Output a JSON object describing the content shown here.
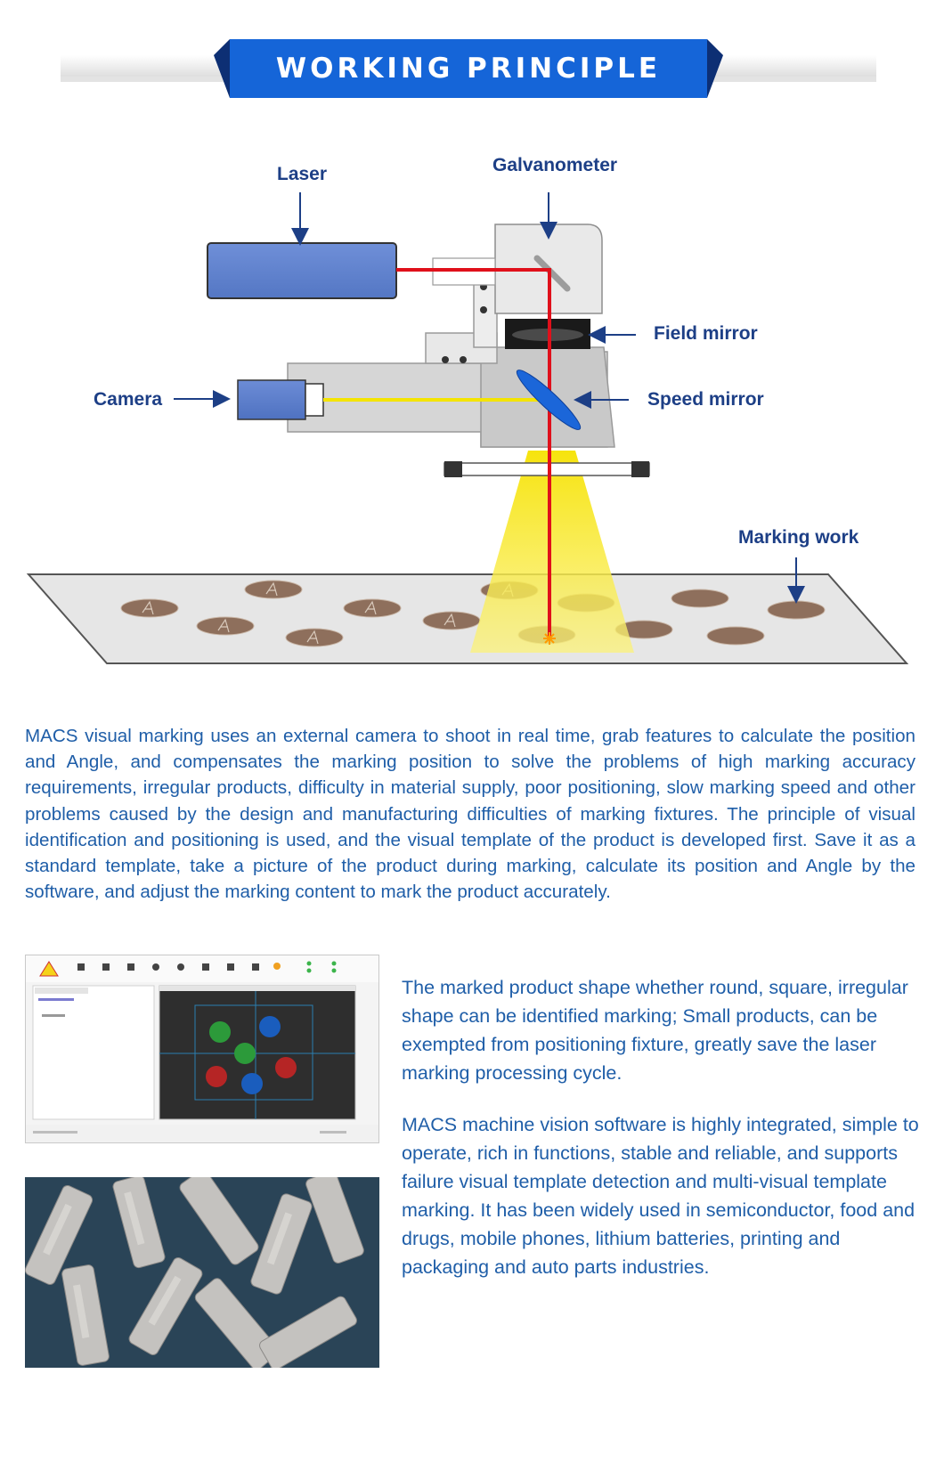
{
  "banner": {
    "title": "WORKING PRINCIPLE"
  },
  "diagram": {
    "labels": {
      "laser": "Laser",
      "galvanometer": "Galvanometer",
      "field_mirror": "Field mirror",
      "camera": "Camera",
      "speed_mirror": "Speed mirror",
      "marking_work": "Marking work"
    }
  },
  "description": "MACS visual marking uses an external camera to shoot in real time, grab features to calculate the position and Angle, and compensates the marking position to solve the problems of high marking accuracy requirements, irregular products, difficulty in material supply, poor positioning, slow marking speed and other problems caused by the design and manufacturing difficulties of marking fixtures. The principle of visual identification and positioning is used, and the visual template of the product is developed first. Save it as a standard template, take a picture of the product during marking, calculate its position and Angle by the software, and adjust the marking content to mark the product accurately.",
  "feature_1": "The marked product shape whether round, square, irregular shape can be identified marking; Small products, can be exempted from positioning fixture, greatly save the laser marking processing cycle.",
  "feature_2": "MACS machine vision software is highly integrated, simple to operate, rich in functions, stable and reliable, and supports failure visual template detection and multi-visual template marking. It has been widely used in semiconductor, food and drugs, mobile phones, lithium batteries, printing and packaging and auto parts industries.",
  "colors": {
    "banner_blue": "#1565d8",
    "label_navy": "#1d3f86",
    "text_blue": "#1f5ea8",
    "laser_red": "#e0101b",
    "camera_yellow": "#f4e400"
  }
}
